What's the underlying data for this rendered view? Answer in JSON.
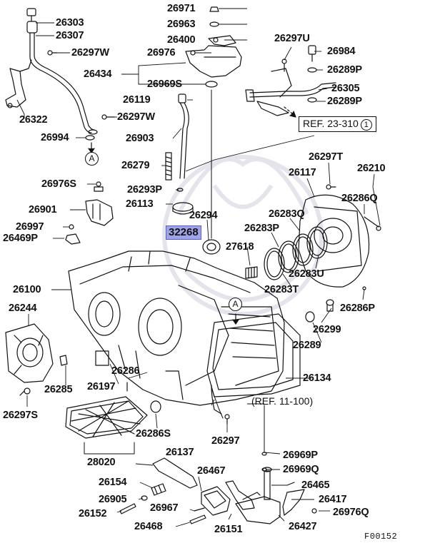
{
  "diagram": {
    "figure_code": "F00152",
    "highlighted_part": "32268",
    "callout_marker": "A",
    "references": [
      {
        "id": "ref-23-310",
        "text": "REF. 23-310",
        "circled": "1"
      },
      {
        "id": "ref-11-100",
        "text": "(REF. 11-100)"
      }
    ],
    "labels": [
      {
        "id": "p26303",
        "text": "26303"
      },
      {
        "id": "p26307",
        "text": "26307"
      },
      {
        "id": "p26297w-a",
        "text": "26297W"
      },
      {
        "id": "p26322",
        "text": "26322"
      },
      {
        "id": "p26297w-b",
        "text": "26297W"
      },
      {
        "id": "p26994",
        "text": "26994"
      },
      {
        "id": "p26971",
        "text": "26971"
      },
      {
        "id": "p26963",
        "text": "26963"
      },
      {
        "id": "p26400",
        "text": "26400"
      },
      {
        "id": "p26976",
        "text": "26976"
      },
      {
        "id": "p26434",
        "text": "26434"
      },
      {
        "id": "p26969s",
        "text": "26969S"
      },
      {
        "id": "p26119",
        "text": "26119"
      },
      {
        "id": "p26903",
        "text": "26903"
      },
      {
        "id": "p26279",
        "text": "26279"
      },
      {
        "id": "p26293p",
        "text": "26293P"
      },
      {
        "id": "p26113",
        "text": "26113"
      },
      {
        "id": "p26294",
        "text": "26294"
      },
      {
        "id": "p26297u",
        "text": "26297U"
      },
      {
        "id": "p26984",
        "text": "26984"
      },
      {
        "id": "p26289p-a",
        "text": "26289P"
      },
      {
        "id": "p26305",
        "text": "26305"
      },
      {
        "id": "p26289p-b",
        "text": "26289P"
      },
      {
        "id": "p26976s",
        "text": "26976S"
      },
      {
        "id": "p26901",
        "text": "26901"
      },
      {
        "id": "p26997",
        "text": "26997"
      },
      {
        "id": "p26469p",
        "text": "26469P"
      },
      {
        "id": "p26297t",
        "text": "26297T"
      },
      {
        "id": "p26117",
        "text": "26117"
      },
      {
        "id": "p26210",
        "text": "26210"
      },
      {
        "id": "p26286q",
        "text": "26286Q"
      },
      {
        "id": "p26283q",
        "text": "26283Q"
      },
      {
        "id": "p26283p",
        "text": "26283P"
      },
      {
        "id": "p27618",
        "text": "27618"
      },
      {
        "id": "p26283u",
        "text": "26283U"
      },
      {
        "id": "p26283t",
        "text": "26283T"
      },
      {
        "id": "p26286p",
        "text": "26286P"
      },
      {
        "id": "p26100",
        "text": "26100"
      },
      {
        "id": "p26244",
        "text": "26244"
      },
      {
        "id": "p26299",
        "text": "26299"
      },
      {
        "id": "p26289",
        "text": "26289"
      },
      {
        "id": "p26134",
        "text": "26134"
      },
      {
        "id": "p26286",
        "text": "26286"
      },
      {
        "id": "p26285",
        "text": "26285"
      },
      {
        "id": "p26197",
        "text": "26197"
      },
      {
        "id": "p26297s",
        "text": "26297S"
      },
      {
        "id": "p26286s",
        "text": "26286S"
      },
      {
        "id": "p26297",
        "text": "26297"
      },
      {
        "id": "p28020",
        "text": "28020"
      },
      {
        "id": "p26137",
        "text": "26137"
      },
      {
        "id": "p26969p",
        "text": "26969P"
      },
      {
        "id": "p26969q",
        "text": "26969Q"
      },
      {
        "id": "p26467",
        "text": "26467"
      },
      {
        "id": "p26154",
        "text": "26154"
      },
      {
        "id": "p26465",
        "text": "26465"
      },
      {
        "id": "p26905",
        "text": "26905"
      },
      {
        "id": "p26417",
        "text": "26417"
      },
      {
        "id": "p26152",
        "text": "26152"
      },
      {
        "id": "p26967",
        "text": "26967"
      },
      {
        "id": "p26976q",
        "text": "26976Q"
      },
      {
        "id": "p26468",
        "text": "26468"
      },
      {
        "id": "p26151",
        "text": "26151"
      },
      {
        "id": "p26427",
        "text": "26427"
      }
    ],
    "colors": {
      "line": "#111111",
      "highlight_fill": "#9fa3e8",
      "watermark": "#e6e6ee"
    }
  }
}
